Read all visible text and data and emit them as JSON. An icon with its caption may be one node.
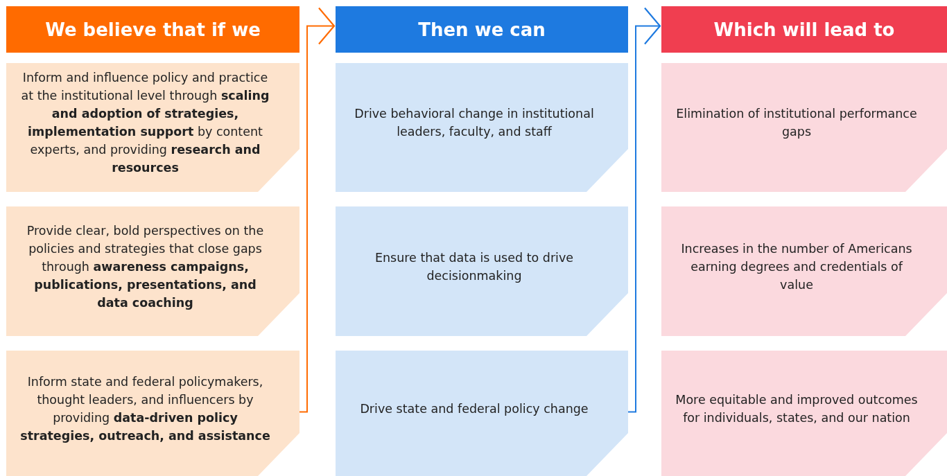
{
  "diagram": {
    "nodes": [
      {
        "text": [
          "We believe that if we"
        ]
      },
      {
        "text": [
          "Then we can"
        ]
      },
      {
        "text": [
          "Which will lead to"
        ]
      },
      {
        "text": [
          "Inform and influence policy and practice at the institutional level through **scaling and adoption of strategies, implementation support** by content experts, and providing **research and resources**"
        ]
      },
      {
        "text": [
          "Drive behavioral change in institutional leaders, faculty, and staff"
        ]
      },
      {
        "text": [
          "Elimination of institutional performance gaps"
        ]
      },
      {
        "text": [
          "Provide clear, bold perspectives on the policies and strategies that close gaps through **awareness campaigns, publications, presentations, and data coaching**"
        ]
      },
      {
        "text": [
          "Ensure that data is used to drive decisionmaking"
        ]
      },
      {
        "text": [
          "Increases in the number of Americans earning degrees and credentials of value"
        ]
      },
      {
        "text": [
          "Inform state and federal policymakers, thought leaders, and influencers by providing **data-driven policy strategies, outreach, and assistance**"
        ]
      },
      {
        "text": [
          "Drive state and federal policy change"
        ]
      },
      {
        "text": [
          "More equitable and improved outcomes for individuals, states, and our nation"
        ]
      }
    ],
    "edges": [
      {
        "from": 9,
        "to": 1,
        "arrow": "to",
        "color": "#ff6b00"
      },
      {
        "from": 10,
        "to": 2,
        "arrow": "to",
        "color": "#1e7ae0"
      }
    ]
  }
}
